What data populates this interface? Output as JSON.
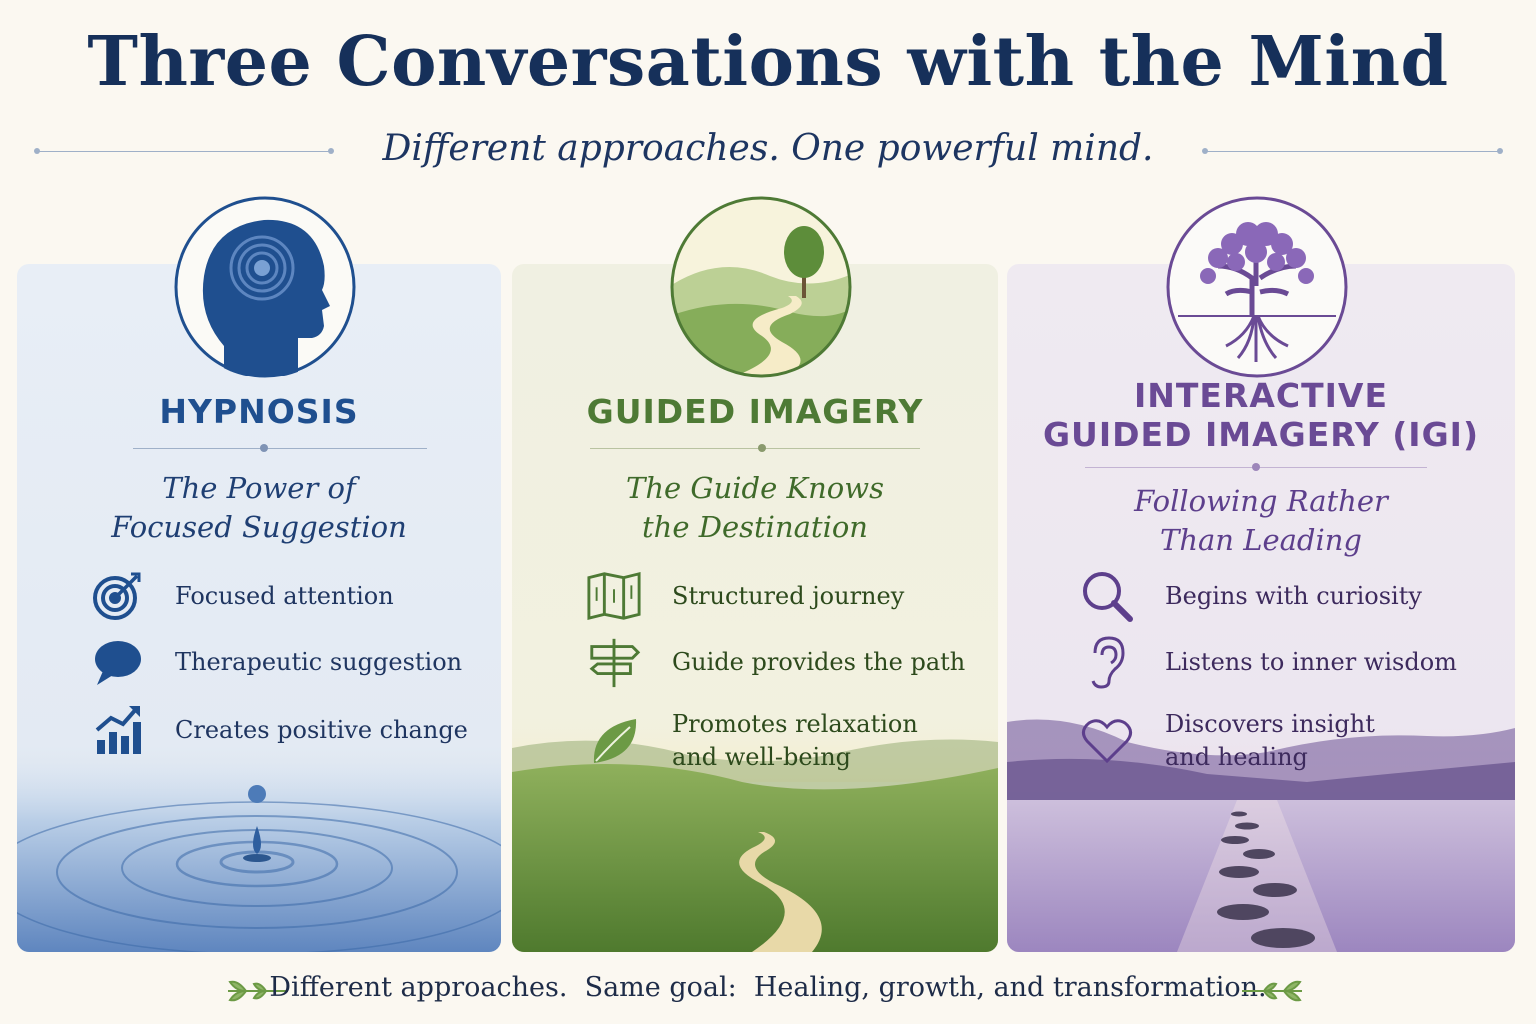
{
  "header": {
    "title": "Three Conversations with the Mind",
    "subtitle": "Different approaches. One powerful mind."
  },
  "columns": [
    {
      "id": "hypnosis",
      "title": "HYPNOSIS",
      "tagline": [
        "The Power of",
        "Focused Suggestion"
      ],
      "accent": "#1f4f8f",
      "items": [
        {
          "icon": "target-icon",
          "text": [
            "Focused attention"
          ]
        },
        {
          "icon": "speech-bubble-icon",
          "text": [
            "Therapeutic suggestion"
          ]
        },
        {
          "icon": "growth-chart-icon",
          "text": [
            "Creates positive change"
          ]
        }
      ],
      "emblem": "head-with-concentric-circles-icon",
      "scene": "water-droplet-ripples"
    },
    {
      "id": "guided-imagery",
      "title": "GUIDED IMAGERY",
      "tagline": [
        "The Guide Knows",
        "the Destination"
      ],
      "accent": "#4e7a35",
      "items": [
        {
          "icon": "map-icon",
          "text": [
            "Structured journey"
          ]
        },
        {
          "icon": "signpost-icon",
          "text": [
            "Guide provides the path"
          ]
        },
        {
          "icon": "leaf-icon",
          "text": [
            "Promotes relaxation",
            "and well-being"
          ]
        }
      ],
      "emblem": "path-and-tree-landscape-icon",
      "scene": "green-hills-winding-path"
    },
    {
      "id": "igi",
      "title": [
        "INTERACTIVE",
        "GUIDED IMAGERY (IGI)"
      ],
      "tagline": [
        "Following Rather",
        "Than Leading"
      ],
      "accent": "#6a4a95",
      "items": [
        {
          "icon": "magnifying-glass-icon",
          "text": [
            "Begins with curiosity"
          ]
        },
        {
          "icon": "ear-icon",
          "text": [
            "Listens to inner wisdom"
          ]
        },
        {
          "icon": "heart-icon",
          "text": [
            "Discovers insight",
            "and healing"
          ]
        }
      ],
      "emblem": "tree-with-roots-icon",
      "scene": "lake-stepping-stones"
    }
  ],
  "footer": {
    "text": "Different approaches.  Same goal:  Healing, growth, and transformation."
  }
}
